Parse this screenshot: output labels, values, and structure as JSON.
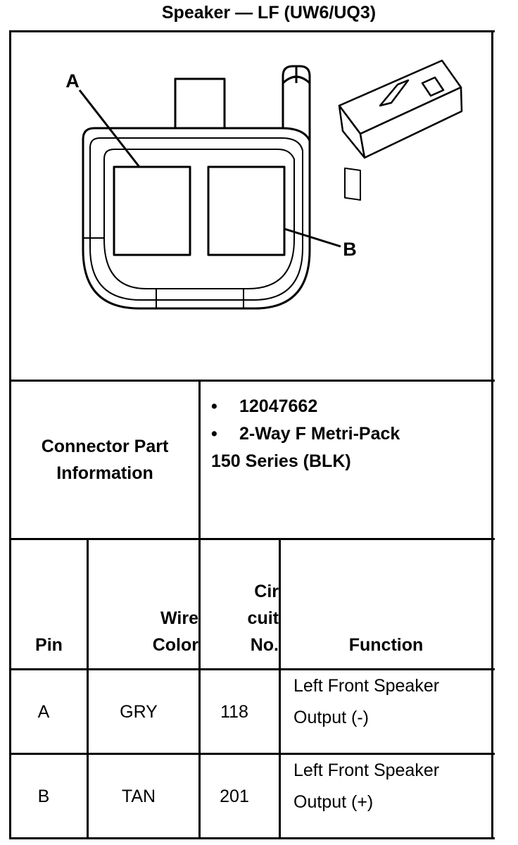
{
  "title": "Speaker — LF (UW6/UQ3)",
  "diagram": {
    "label_a": "A",
    "label_b": "B"
  },
  "connector_part": {
    "label_line1": "Connector Part",
    "label_line2": "Information",
    "bullet_char": "•",
    "items": [
      "12047662",
      "2-Way F Metri-Pack"
    ],
    "continuation": "150 Series (BLK)"
  },
  "table": {
    "headers": {
      "pin": "Pin",
      "wire_color_1": "Wire",
      "wire_color_2": "Color",
      "circuit_1": "Cir",
      "circuit_2": "cuit",
      "circuit_3": "No.",
      "function": "Function"
    },
    "rows": [
      {
        "pin": "A",
        "color": "GRY",
        "circuit": "118",
        "function_1": "Left Front Speaker",
        "function_2": "Output (-)"
      },
      {
        "pin": "B",
        "color": "TAN",
        "circuit": "201",
        "function_1": "Left Front Speaker",
        "function_2": "Output (+)"
      }
    ]
  }
}
